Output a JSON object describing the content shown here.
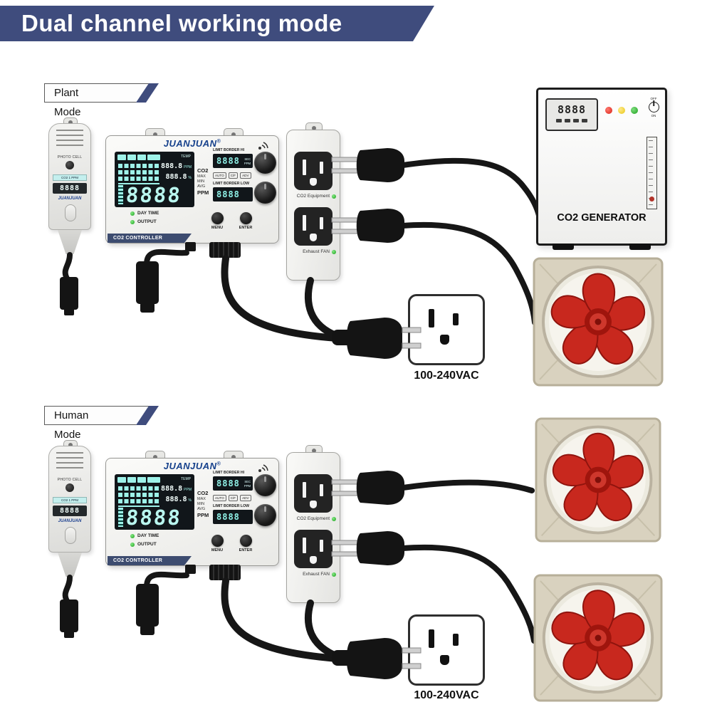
{
  "header": {
    "title": "Dual channel working mode"
  },
  "sections": {
    "plant": {
      "label": "Plant Mode"
    },
    "human": {
      "label": "Human Mode"
    }
  },
  "sensor": {
    "photo_cell_label": "PHOTO CELL",
    "ppm_strip": "CO2 1 PPM",
    "display": "8888",
    "brand": "JUANJUAN"
  },
  "controller": {
    "brand": "JUANJUAN",
    "brand_reg": "®",
    "lcd": {
      "temp_label": "TEMP",
      "small_top": "888.8",
      "small_top_unit": "PPM",
      "small_bottom": "888.8",
      "small_bottom_unit": "%",
      "big_digits": "8888"
    },
    "co2_label": "CO2",
    "max_label": "MAX",
    "min_label": "MIN",
    "avg_label": "AVG",
    "ppm_label": "PPM",
    "limit_hi_label": "LIMIT BORDER HI",
    "hi_display": "8888",
    "sec_label": "SEC",
    "ppm_small": "PPM",
    "btn_auto": "AUTO",
    "btn_cf": "C/F",
    "btn_adv": "ADV",
    "limit_low_label": "LIMIT BORDER LOW",
    "lo_display": "8888",
    "day_time_label": "DAY TIME",
    "output_label": "OUTPUT",
    "menu_label": "MENU",
    "enter_label": "ENTER",
    "name_plate": "CO2 CONTROLLER"
  },
  "power_strip": {
    "outlet1_label": "CO2 Equipment",
    "outlet2_label": "Exhaust FAN"
  },
  "generator": {
    "display": "8888",
    "switch_off": "OFF",
    "switch_on": "ON",
    "label": "CO2 GENERATOR"
  },
  "outlet": {
    "voltage_label": "100-240VAC"
  },
  "colors": {
    "banner_navy": "#3f4c7d",
    "lcd_cyan": "#9ef2e9",
    "fan_red": "#c8281e",
    "led_green": "#2fb32f"
  }
}
